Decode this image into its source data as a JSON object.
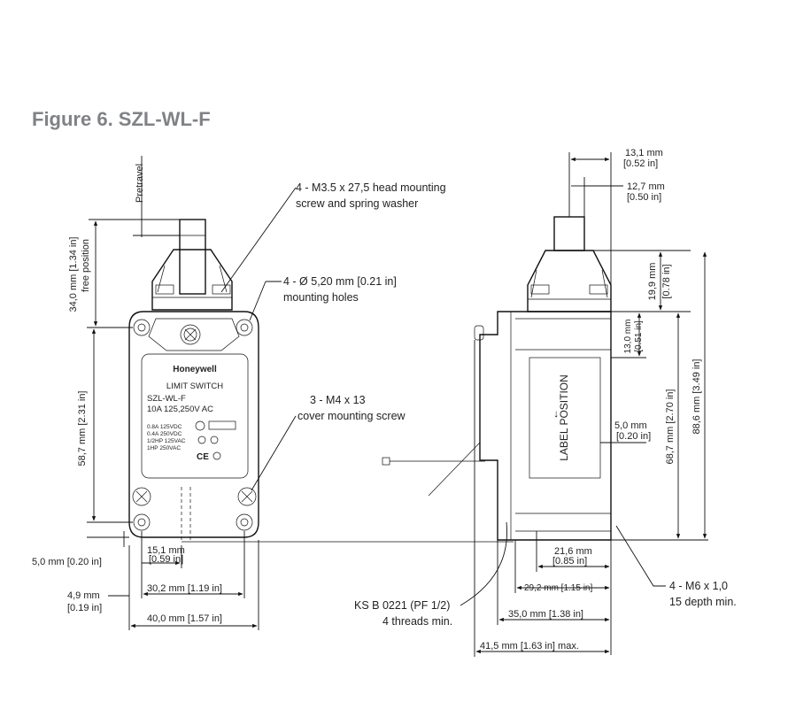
{
  "title": "Figure 6. SZL-WL-F",
  "front_label": {
    "brand": "Honeywell",
    "line1": "LIMIT SWITCH",
    "line2": "SZL-WL-F",
    "line3": "10A   125,250V  AC",
    "ratings": [
      "0.8A 125VDC",
      "0.4A 250VDC",
      "1/2HP 125VAC",
      "1HP 250VAC"
    ]
  },
  "side_label": {
    "text": "LABEL POSITION",
    "arrow": "←"
  },
  "notes": {
    "head_screw_1": "4 - M3.5 x 27,5 head mounting",
    "head_screw_2": "screw and spring washer",
    "mount_holes_1": "4 - Ø 5,20 mm [0.21 in]",
    "mount_holes_2": "mounting holes",
    "cover_screw_1": "3 - M4 x 13",
    "cover_screw_2": "cover mounting screw",
    "conduit_1": "KS B 0221 (PF 1/2)",
    "conduit_2": "4 threads min.",
    "m6_1": "4 - M6 x 1,0",
    "m6_2": "15 depth min."
  },
  "dims": {
    "pretravel": "Pretravel",
    "free_pos_1": "34,0 mm [1.34 in]",
    "free_pos_2": "free position",
    "h58": "58,7 mm [2.31 in]",
    "d5": "5,0 mm [0.20 in]",
    "d4_9a": "4,9 mm",
    "d4_9b": "[0.19 in]",
    "d15_1a": "15,1 mm",
    "d15_1b": "[0.59 in]",
    "d30_2": "30,2 mm [1.19 in]",
    "d40": "40,0 mm [1.57 in]",
    "d13_1a": "13,1 mm",
    "d13_1b": "[0.52 in]",
    "d12_7a": "12,7 mm",
    "d12_7b": "[0.50 in]",
    "d19_9a": "19,9 mm",
    "d19_9b": "[0.78 in]",
    "d13_0a": "13,0 mm",
    "d13_0b": "[0.51 in]",
    "d5_sa": "5,0 mm",
    "d5_sb": "[0.20 in]",
    "d68_7": "68,7 mm [2.70 in]",
    "d88_6": "88,6 mm [3.49 in]",
    "d21_6a": "21,6 mm",
    "d21_6b": "[0.85 in]",
    "d29_2": "29,2 mm [1.15 in]",
    "d35": "35,0 mm [1.38 in]",
    "d41_5": "41,5 mm [1.63 in] max."
  }
}
